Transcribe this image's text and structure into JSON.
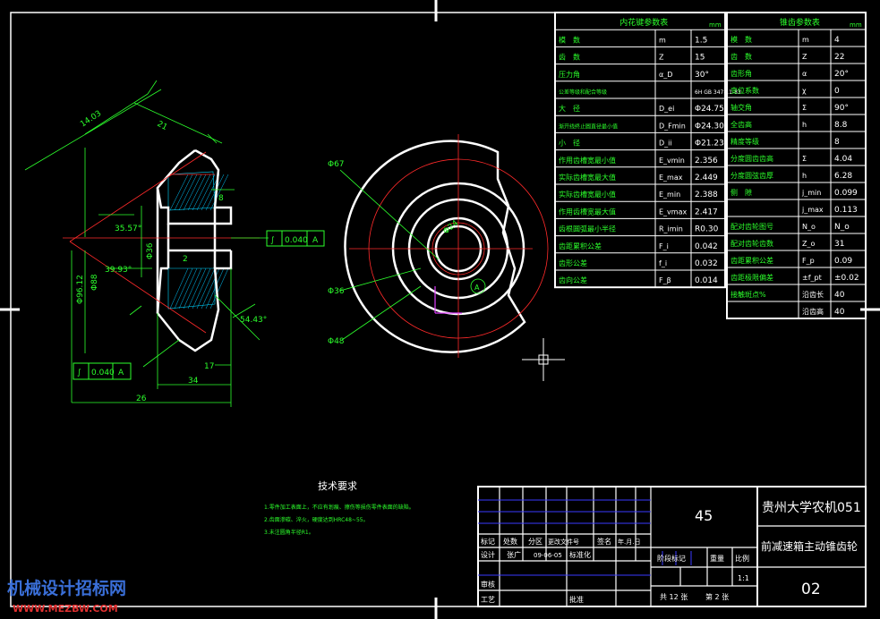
{
  "spline_table": {
    "title": "内花键参数表",
    "unit": "mm",
    "rows": [
      {
        "name": "模　数",
        "sym": "m",
        "val": "1.5"
      },
      {
        "name": "齿　数",
        "sym": "Z",
        "val": "15"
      },
      {
        "name": "压力角",
        "sym": "α_D",
        "val": "30°"
      },
      {
        "name": "公差等级和配合等级",
        "sym": "",
        "val": "6H GB 3478.1-83"
      },
      {
        "name": "大　径",
        "sym": "D_ei",
        "val": "Φ24.75"
      },
      {
        "name": "渐开线终止圆直径最小值",
        "sym": "D_Fmin",
        "val": "Φ24.30"
      },
      {
        "name": "小　径",
        "sym": "D_ii",
        "val": "Φ21.23"
      },
      {
        "name": "作用齿槽宽最小值",
        "sym": "E_vmin",
        "val": "2.356"
      },
      {
        "name": "实际齿槽宽最大值",
        "sym": "E_max",
        "val": "2.449"
      },
      {
        "name": "实际齿槽宽最小值",
        "sym": "E_min",
        "val": "2.388"
      },
      {
        "name": "作用齿槽宽最大值",
        "sym": "E_vmax",
        "val": "2.417"
      },
      {
        "name": "齿根圆弧最小半径",
        "sym": "R_imin",
        "val": "R0.30"
      },
      {
        "name": "齿距累积公差",
        "sym": "F_i",
        "val": "0.042"
      },
      {
        "name": "齿形公差",
        "sym": "f_i",
        "val": "0.032"
      },
      {
        "name": "齿向公差",
        "sym": "F_β",
        "val": "0.014"
      }
    ]
  },
  "gear_table": {
    "title": "锥齿参数表",
    "unit": "mm",
    "rows": [
      {
        "name": "模　数",
        "sym": "m",
        "val": "4"
      },
      {
        "name": "齿　数",
        "sym": "Z",
        "val": "22"
      },
      {
        "name": "齿形角",
        "sym": "α",
        "val": "20°"
      },
      {
        "name": "变位系数",
        "sym": "χ",
        "val": "0"
      },
      {
        "name": "轴交角",
        "sym": "Σ",
        "val": "90°"
      },
      {
        "name": "全齿高",
        "sym": "h",
        "val": "8.8"
      },
      {
        "name": "精度等级",
        "sym": "",
        "val": "8"
      },
      {
        "name": "分度圆齿齿高",
        "sym": "Σ",
        "val": "4.04"
      },
      {
        "name": "分度圆弦齿厚",
        "sym": "h",
        "val": "6.28"
      },
      {
        "name": "侧　隙",
        "sym": "j_min",
        "val": "0.099"
      },
      {
        "name": "",
        "sym": "j_max",
        "val": "0.113"
      },
      {
        "name": "配对齿轮图号",
        "sym": "N_o",
        "val": "N_o"
      },
      {
        "name": "配对齿轮齿数",
        "sym": "Z_o",
        "val": "31"
      },
      {
        "name": "齿距累积公差",
        "sym": "F_p",
        "val": "0.09"
      },
      {
        "name": "齿距极限偏差",
        "sym": "±f_pt",
        "val": "±0.02"
      },
      {
        "name": "接触斑点%",
        "sym": "沿齿长",
        "val": "40"
      },
      {
        "name": "",
        "sym": "沿齿高",
        "val": "40"
      }
    ]
  },
  "tech_req": {
    "title": "技术要求",
    "items": [
      "1.零件加工表面上，不应有划痕、擦伤等损伤零件表面的缺陷。",
      "2.齿面渗碳、淬火，硬度达到HRC48~55。",
      "3.未注圆角半径R1。"
    ]
  },
  "dims": {
    "d1": "Φ67",
    "d2": "Φ36",
    "d3": "Φ48",
    "d4": "Φ24",
    "len34": "34",
    "len26": "26",
    "len17": "17",
    "len8": "8",
    "len2": "2",
    "len21": "21",
    "ang1": "35.57°",
    "ang2": "39.93°",
    "ang3": "54.43°",
    "dia_left": "Φ96.12",
    "dia_left2": "Φ88",
    "len_top": "14.03",
    "tol": "0.040",
    "datum": "A"
  },
  "title_block": {
    "school": "贵州大学农机051",
    "material": "45",
    "part_name": "前减速箱主动锥齿轮",
    "drawing_no": "02",
    "scale": "1:1",
    "weight": "",
    "sheets_total": "共 12 张",
    "sheet_no": "第 2 张",
    "labels": {
      "mark": "标记",
      "count": "处数",
      "zone": "分区",
      "change_doc": "更改文件号",
      "sign": "签名",
      "date": "年.月.日",
      "design": "设计",
      "design_name": "张广",
      "design_date": "09-06-05",
      "standard": "标准化",
      "stage": "阶段标记",
      "weight_lbl": "重量",
      "scale_lbl": "比例",
      "review": "审核",
      "process": "工艺",
      "approve": "批准"
    }
  },
  "watermark": {
    "cn": "机械设计招标网",
    "url": "WWW.MEZBW.COM"
  }
}
